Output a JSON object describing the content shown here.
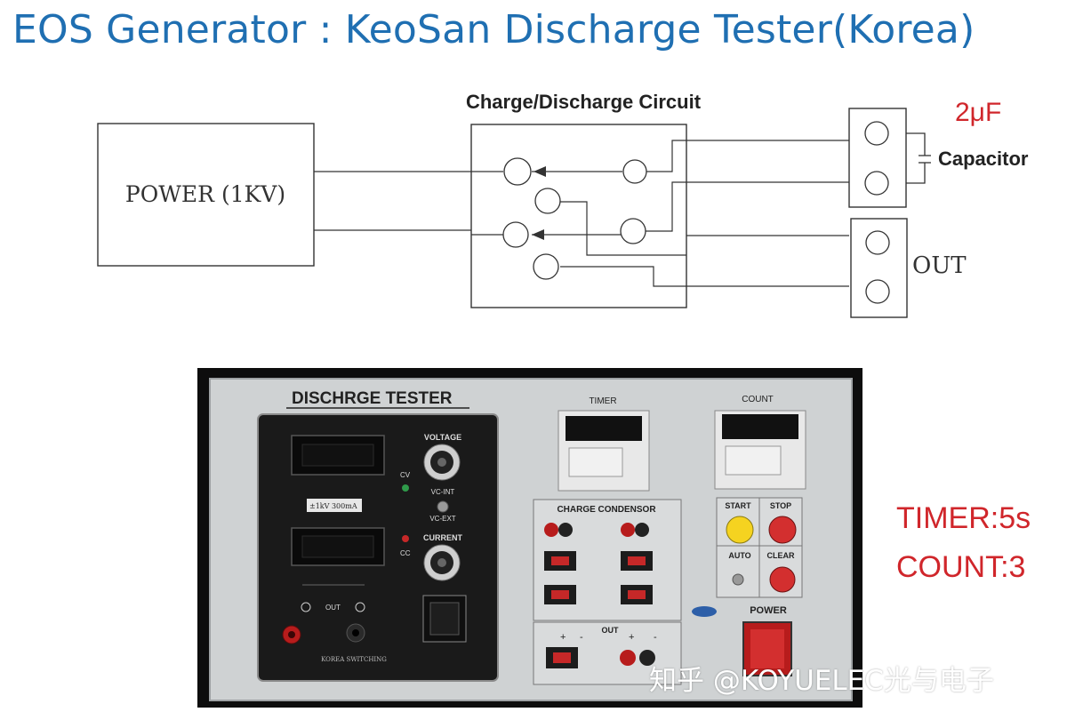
{
  "title": "EOS Generator : KeoSan Discharge Tester(Korea)",
  "diagram": {
    "circuit_label": "Charge/Discharge Circuit",
    "power_label": "POWER (1KV)",
    "capacitance": "2μF",
    "capacitor_label": "Capacitor",
    "out_label": "OUT"
  },
  "panel": {
    "title": "DISCHRGE TESTER",
    "timer_label": "TIMER",
    "count_label": "COUNT",
    "voltage_label": "VOLTAGE",
    "current_label": "CURRENT",
    "cv_label": "CV",
    "cc_label": "CC",
    "vc_int_label": "VC-INT",
    "vc_ext_label": "VC-EXT",
    "meter_tag": "±1kV 300mA",
    "out_label": "OUT",
    "maker_label": "KOREA SWITCHING",
    "charge_condensor_label": "CHARGE CONDENSOR",
    "out_terminals_label": "OUT",
    "start_label": "START",
    "stop_label": "STOP",
    "auto_label": "AUTO",
    "clear_label": "CLEAR",
    "power_label": "POWER",
    "plus": "+",
    "minus": "-"
  },
  "test_params": {
    "timer": "TIMER:5s",
    "count": "COUNT:3"
  },
  "watermark": "知乎 @KOYUELEC光与电子",
  "colors": {
    "title": "#1f6fb2",
    "params": "#d0262b",
    "panel_face": "#cfd2d3"
  }
}
